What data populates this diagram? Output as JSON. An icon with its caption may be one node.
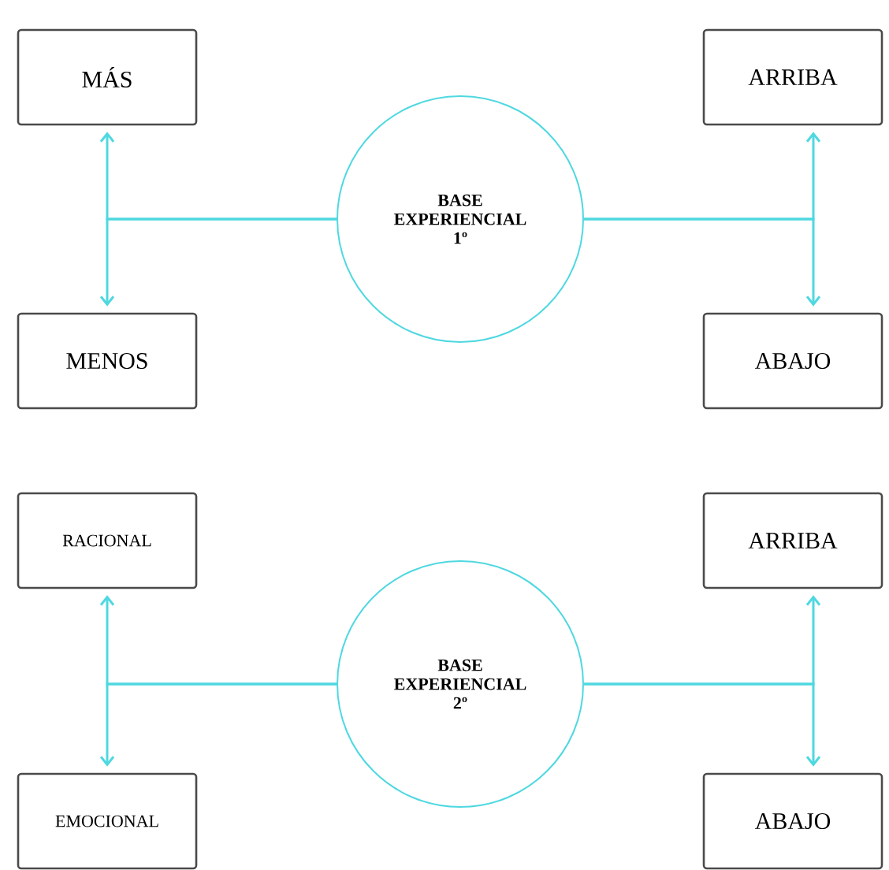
{
  "diagram": {
    "nodes": [
      {
        "text": [
          "MÁS"
        ]
      },
      {
        "text": [
          "BASE EXPERIENCIAL 1º"
        ]
      },
      {
        "text": [
          "ARRIBA"
        ]
      },
      {
        "text": [
          "MENOS"
        ]
      },
      {
        "text": [
          "ABAJO"
        ]
      },
      {
        "text": [
          "RACIONAL"
        ]
      },
      {
        "text": [
          "BASE EXPERIENCIAL 2º"
        ]
      },
      {
        "text": [
          "ARRIBA"
        ]
      },
      {
        "text": [
          "EMOCIONAL"
        ]
      },
      {
        "text": [
          "ABAJO"
        ]
      }
    ],
    "edges": [
      {
        "from": 1,
        "to": 0,
        "arrow": "to"
      },
      {
        "from": 1,
        "to": 3,
        "arrow": "to"
      },
      {
        "from": 1,
        "to": 2,
        "arrow": "to"
      },
      {
        "from": 1,
        "to": 4,
        "arrow": "to"
      },
      {
        "from": 6,
        "to": 5,
        "arrow": "to"
      },
      {
        "from": 6,
        "to": 8,
        "arrow": "to"
      },
      {
        "from": 6,
        "to": 7,
        "arrow": "to"
      },
      {
        "from": 6,
        "to": 9,
        "arrow": "to"
      }
    ]
  }
}
